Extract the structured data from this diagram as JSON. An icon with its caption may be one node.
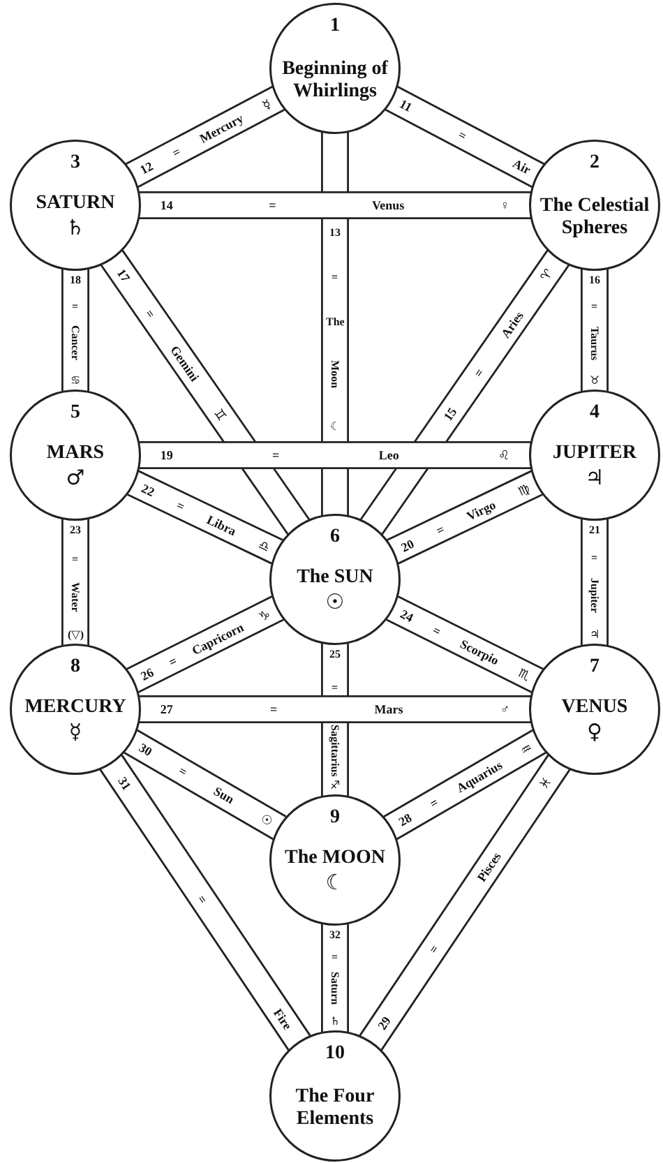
{
  "diagram": {
    "nodes": [
      {
        "text": [
          "1",
          "Beginning of Whirlings"
        ]
      },
      {
        "text": [
          "3",
          "SATURN",
          "♄"
        ]
      },
      {
        "text": [
          "2",
          "The Celestial Spheres"
        ]
      },
      {
        "text": [
          "5",
          "MARS",
          "♂"
        ]
      },
      {
        "text": [
          "4",
          "JUPITER",
          "♃"
        ]
      },
      {
        "text": [
          "6",
          "The SUN",
          "☉"
        ]
      },
      {
        "text": [
          "8",
          "MERCURY",
          "☿"
        ]
      },
      {
        "text": [
          "7",
          "VENUS",
          "♀"
        ]
      },
      {
        "text": [
          "9",
          "The MOON",
          "☾"
        ]
      },
      {
        "text": [
          "10",
          "The Four Elements"
        ]
      }
    ],
    "edges": [
      {
        "from": 0,
        "to": 2,
        "arrow": "none",
        "label": "11 = Air"
      },
      {
        "from": 1,
        "to": 0,
        "arrow": "none",
        "label": "12 = Mercury ☿"
      },
      {
        "from": 0,
        "to": 5,
        "arrow": "none",
        "label": "13 = The Moon ☾"
      },
      {
        "from": 1,
        "to": 2,
        "arrow": "none",
        "label": "14 = Venus ♀"
      },
      {
        "from": 2,
        "to": 5,
        "arrow": "none",
        "label": "15 = Aries ♈"
      },
      {
        "from": 2,
        "to": 4,
        "arrow": "none",
        "label": "16 = Taurus ♉"
      },
      {
        "from": 1,
        "to": 5,
        "arrow": "none",
        "label": "17 = Gemini ♊"
      },
      {
        "from": 1,
        "to": 3,
        "arrow": "none",
        "label": "18 = Cancer ♋"
      },
      {
        "from": 3,
        "to": 4,
        "arrow": "none",
        "label": "19 = Leo ♌"
      },
      {
        "from": 4,
        "to": 5,
        "arrow": "none",
        "label": "20 = Virgo ♍"
      },
      {
        "from": 4,
        "to": 7,
        "arrow": "none",
        "label": "21 = Jupiter ♃"
      },
      {
        "from": 3,
        "to": 5,
        "arrow": "none",
        "label": "22 = Libra ♎"
      },
      {
        "from": 3,
        "to": 6,
        "arrow": "none",
        "label": "23 = Water (▽)"
      },
      {
        "from": 5,
        "to": 7,
        "arrow": "none",
        "label": "24 = Scorpio ♏"
      },
      {
        "from": 5,
        "to": 8,
        "arrow": "none",
        "label": "25 = Sagittarius ♐"
      },
      {
        "from": 5,
        "to": 6,
        "arrow": "none",
        "label": "26 = Capricorn ♑"
      },
      {
        "from": 6,
        "to": 7,
        "arrow": "none",
        "label": "27 = Mars ♂"
      },
      {
        "from": 7,
        "to": 8,
        "arrow": "none",
        "label": "28 = Aquarius ♒"
      },
      {
        "from": 7,
        "to": 9,
        "arrow": "none",
        "label": "29 = Pisces ♓"
      },
      {
        "from": 6,
        "to": 8,
        "arrow": "none",
        "label": "30 = Sun ☉"
      },
      {
        "from": 6,
        "to": 9,
        "arrow": "none",
        "label": "31 = Fire"
      },
      {
        "from": 8,
        "to": 9,
        "arrow": "none",
        "label": "32 = Saturn ♄"
      }
    ]
  }
}
